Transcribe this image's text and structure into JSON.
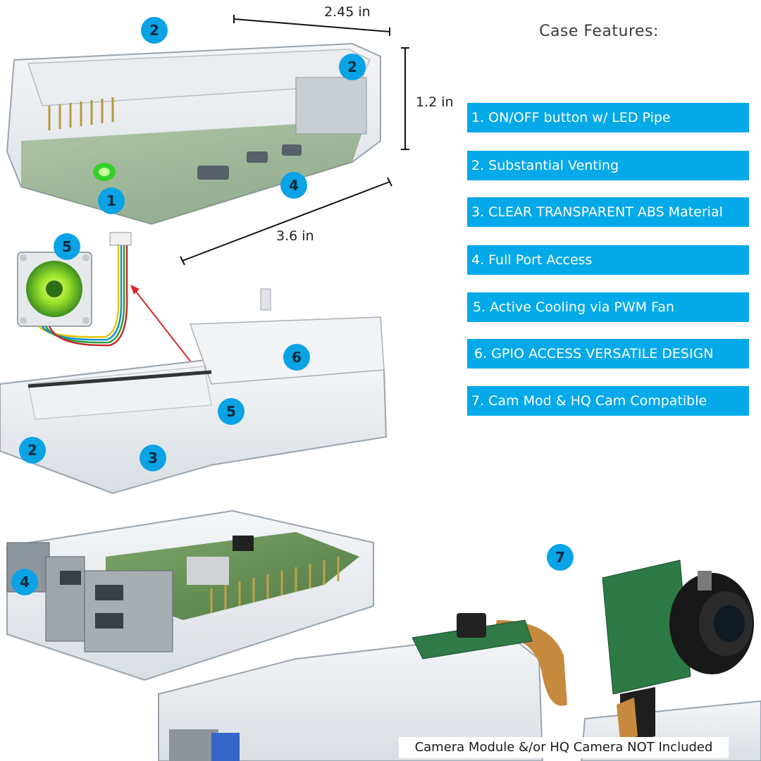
{
  "features": {
    "title": "Case Features:",
    "items": [
      "1. ON/OFF button w/ LED Pipe",
      "2. Substantial Venting",
      "3. CLEAR TRANSPARENT ABS Material",
      "4. Full Port Access",
      "5. Active Cooling via PWM Fan",
      "6. GPIO ACCESS VERSATILE DESIGN",
      "7. Cam Mod & HQ Cam Compatible"
    ],
    "accent_color": "#03a9e9"
  },
  "dimensions": {
    "width": "2.45 in",
    "height": "1.2 in",
    "length": "3.6 in"
  },
  "callouts": {
    "c1": "1",
    "c2a": "2",
    "c2b": "2",
    "c2c": "2",
    "c3": "3",
    "c4a": "4",
    "c4b": "4",
    "c5a": "5",
    "c5b": "5",
    "c6": "6",
    "c7": "7"
  },
  "disclaimer": "Camera Module &/or HQ Camera NOT Included"
}
